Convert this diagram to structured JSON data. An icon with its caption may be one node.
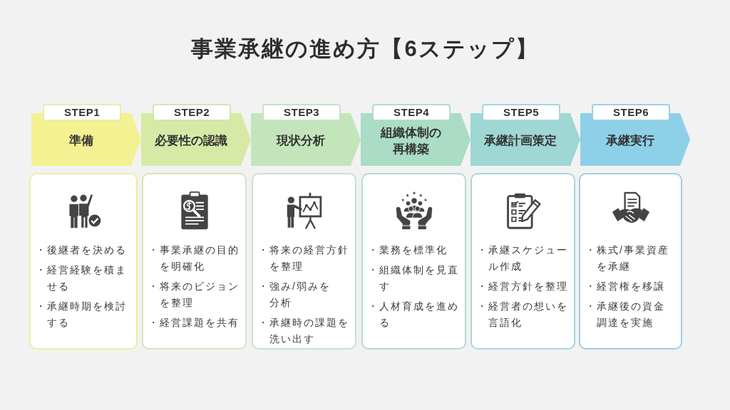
{
  "diagram": {
    "title": "事業承継の進め方【6ステップ】",
    "nodes": [
      {
        "text": [
          "STEP1",
          "準備"
        ]
      },
      {
        "text": [
          "STEP2",
          "必要性の認識"
        ]
      },
      {
        "text": [
          "STEP3",
          "現状分析"
        ]
      },
      {
        "text": [
          "STEP4",
          "組織体制の再構築"
        ]
      },
      {
        "text": [
          "STEP5",
          "承継計画策定"
        ]
      },
      {
        "text": [
          "STEP6",
          "承継実行"
        ]
      },
      {
        "text": [
          "・後継者を決める",
          "・経営経験を積ませる",
          "・承継時期を検討する"
        ]
      },
      {
        "text": [
          "・事業承継の目的を明確化",
          "・将来のビジョンを整理",
          "・経営課題を共有"
        ]
      },
      {
        "text": [
          "・将来の経営方針を整理",
          "・強み/弱みを分析",
          "・承継時の課題を洗い出す"
        ]
      },
      {
        "text": [
          "・業務を標準化",
          "・組織体制を見直す",
          "・人材育成を進める"
        ]
      },
      {
        "text": [
          "・承継スケジュール作成",
          "・経営方針を整理",
          "・経営者の想いを言語化"
        ]
      },
      {
        "text": [
          "・株式/事業資産を承継",
          "・経営権を移譲",
          "・承継後の資金調達を実施"
        ]
      }
    ]
  }
}
